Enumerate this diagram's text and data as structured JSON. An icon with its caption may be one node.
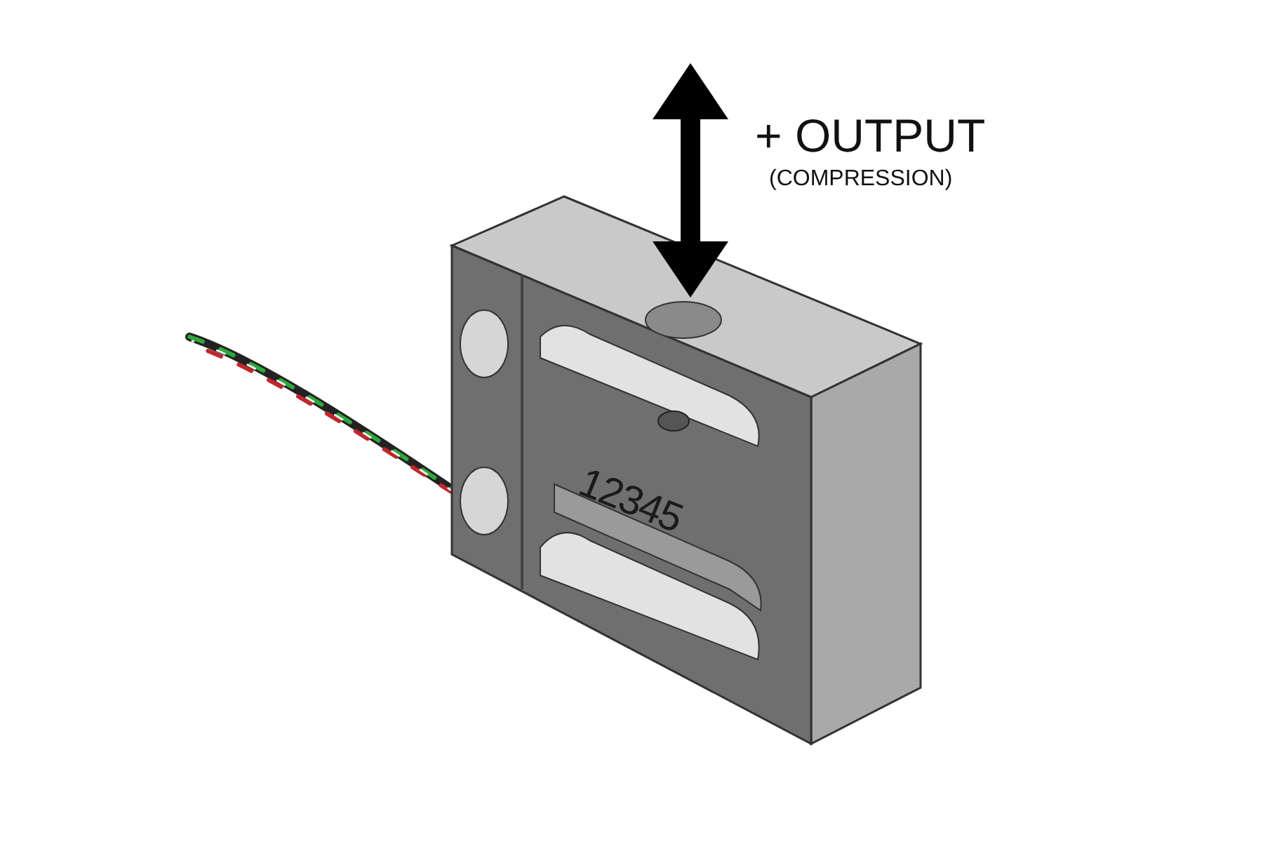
{
  "diagram": {
    "labels": [
      "+ OUTPUT",
      "(COMPRESSION)",
      "12345"
    ]
  }
}
